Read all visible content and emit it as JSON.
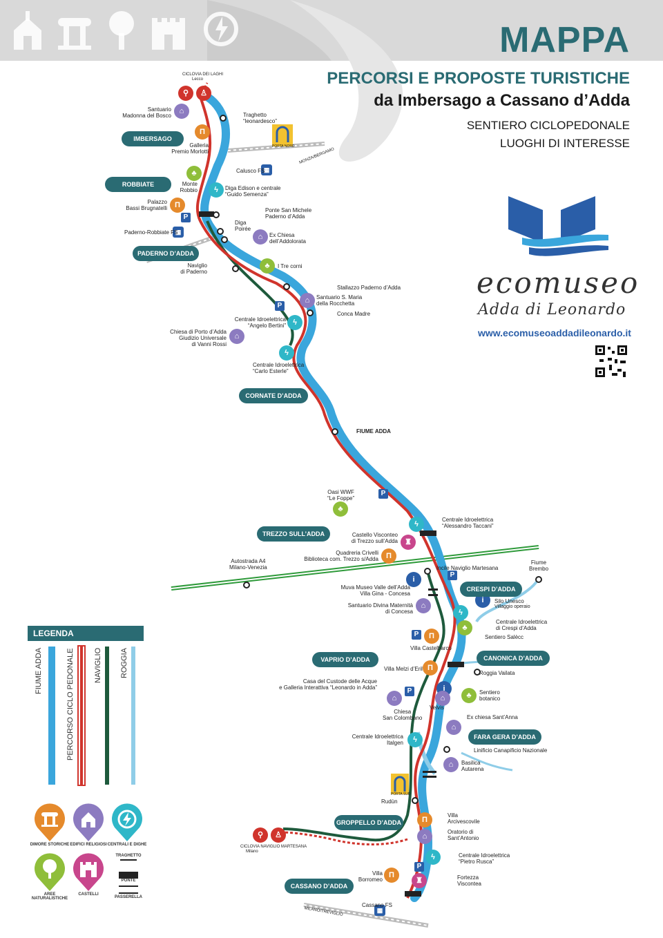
{
  "header": {
    "title": "MAPPA",
    "subtitle1": "PERCORSI E  PROPOSTE TURISTICHE",
    "subtitle2": "da Imbersago a Cassano d’Adda",
    "subtitle3": "SENTIERO CICLOPEDONALE",
    "subtitle4": "LUOGHI DI INTERESSE",
    "category_icons": [
      "church-icon",
      "column-icon",
      "tree-icon",
      "castle-icon",
      "power-plant-icon"
    ]
  },
  "ecomuseo": {
    "name": "ecomuseo",
    "subname": "Adda di Leonardo",
    "url": "www.ecomuseoaddadileonardo.it"
  },
  "colors": {
    "teal": "#2a6b73",
    "river": "#3aa6dc",
    "route": "#d0342c",
    "naviglio": "#1e5a3c",
    "roggia": "#8fcde8",
    "orange": "#e58a2c",
    "purple": "#8c7bc0",
    "cyan": "#2fb7c8",
    "green": "#8fbe3a",
    "pink": "#c8468c"
  },
  "towns": [
    {
      "key": "imbersago",
      "label": "IMBERSAGO"
    },
    {
      "key": "robbiate",
      "label": "ROBBIATE"
    },
    {
      "key": "paderno",
      "label": "PADERNO D’ADDA"
    },
    {
      "key": "cornate",
      "label": "CORNATE D’ADDA"
    },
    {
      "key": "trezzo",
      "label": "TREZZO SULL’ADDA"
    },
    {
      "key": "crespi",
      "label": "CRESPI D’ADDA"
    },
    {
      "key": "vaprio",
      "label": "VAPRIO D’ADDA"
    },
    {
      "key": "canonica",
      "label": "CANONICA D’ADDA"
    },
    {
      "key": "fara",
      "label": "FARA GERA D’ADDA"
    },
    {
      "key": "groppello",
      "label": "GROPPELLO D’ADDA"
    },
    {
      "key": "cassano",
      "label": "CASSANO D’ADDA"
    }
  ],
  "places": {
    "ciclovia_laghi": "CICLOVIA DEI LAGHI",
    "lecco": "Lecco",
    "santuario_bosco": "Santuario\nMadonna del Bosco",
    "traghetto": "Traghetto\n“leonardesco”",
    "porta_nord": "PORTA NORD",
    "galleria": "Galleria\nPremio Morlotti",
    "calusco": "Calusco FS",
    "monza_bergamo": "MONZA/BERGAMO",
    "monte_robbio": "Monte\nRobbio",
    "diga_edison": "Diga Edison e centrale\n“Guido Semenza”",
    "palazzo": "Palazzo\nBassi Brugnatelli",
    "ponte_sanmichele": "Ponte San Michele\nPaderno d’Adda",
    "paderno_fs": "Paderno-Robbiate FS",
    "diga_poiree": "Diga\nPoirée",
    "exchiesa_add": "Ex Chiesa\ndell’Addolorata",
    "naviglio_paderno": "Naviglio\ndi Paderno",
    "tre_corni": "I Tre corni",
    "stallazzo": "Stallazzo Paderno d’Adda",
    "santuario_rocchetta": "Santuario S. Maria\ndella Rocchetta",
    "conca_madre": "Conca Madre",
    "centrale_bertini": "Centrale Idroelettrica\n“Angelo Bertini”",
    "chiesa_porto": "Chiesa di Porto d’Adda\nGiudizio Universale\ndi Vanni Rossi",
    "centrale_esterle": "Centrale Idroelettrica\n“Carlo Esterle”",
    "fiume_adda": "FIUME ADDA",
    "oasi_wwf": "Oasi WWF\n“Le Foppe”",
    "centrale_taccani": "Centrale Idroelettrica\n“Alessandro Taccani”",
    "castello_trezzo": "Castello Visconteo\ndi Trezzo sull’Adda",
    "quadreria": "Quadreria Crivelli\nBiblioteca com. Trezzo s/Adda",
    "autostrada": "Autostrada A4\nMilano-Venezia",
    "incile": "Incile Naviglio Martesana",
    "fiume_brembo": "Fiume\nBrembo",
    "muva": "Muva Museo Valle dell’Adda\nVilla Gina - Concesa",
    "silo": "Silo Unesco",
    "villaggio": "Villaggio operaio",
    "santuario_concesa": "Santuario Divina Maternità\ndi Concesa",
    "centrale_crespi": "Centrale Idroelettrica\ndi Crespi d’Adda",
    "sentiero_salecc": "Sentiero Salècc",
    "villa_castelbarco": "Villa Castelbarco",
    "villa_melzi": "Villa Melzi d’Eril",
    "roggia_vailata": "Roggia Vailata",
    "casa_custode": "Casa del Custode delle Acque\ne Galleria Interattiva “Leonardo in Adda”",
    "sentiero_botanico": "Sentiero\nbotanico",
    "chiesa_sancolombano": "Chiesa\nSan Colombano",
    "velvis": "Velvis",
    "exchiesa_santanna": "Ex chiesa Sant’Anna",
    "centrale_italgen": "Centrale Idroelettrica\nItalgen",
    "linificio": "Linificio Canapificio Nazionale",
    "basilica": "Basilica\nAutarena",
    "porta_sud": "PORTA SUD",
    "rudun": "Rudùn",
    "villa_arcivescovile": "Villa\nArcivescovile",
    "oratorio": "Oratorio di\nSant’Antonio",
    "ciclovia_martesana": "CICLOVIA NAVIGLIO MARTESANA",
    "milano": "Milano",
    "centrale_rusca": "Centrale Idroelettrica\n“Pietro Rusca”",
    "villa_borromeo": "Villa\nBorromeo",
    "fortezza": "Fortezza\nViscontea",
    "cassano_fs": "Cassano FS",
    "milano_treviglio": "MILANO/TREVIGLIO",
    "parking": "P"
  },
  "legend": {
    "title": "LEGENDA",
    "lines": [
      {
        "label": "FIUME ADDA",
        "color": "#3aa6dc"
      },
      {
        "label": "PERCORSO CICLO PEDONALE",
        "color": "#d0342c"
      },
      {
        "label": "NAVIGLIO",
        "color": "#1e5a3c"
      },
      {
        "label": "ROGGIA",
        "color": "#8fcde8"
      }
    ],
    "categories": [
      {
        "label": "DIMORE STORICHE",
        "color": "#e58a2c",
        "icon": "column-icon"
      },
      {
        "label": "EDIFICI RELIGIOSI",
        "color": "#8c7bc0",
        "icon": "church-icon"
      },
      {
        "label": "CENTRALI E DIGHE",
        "color": "#2fb7c8",
        "icon": "power-plant-icon"
      },
      {
        "label": "AREE NATURALISTICHE",
        "color": "#8fbe3a",
        "icon": "tree-icon"
      },
      {
        "label": "CASTELLI",
        "color": "#c8468c",
        "icon": "castle-icon"
      }
    ],
    "symbols": [
      "TRAGHETTO",
      "PONTE",
      "PASSERELLA"
    ]
  }
}
